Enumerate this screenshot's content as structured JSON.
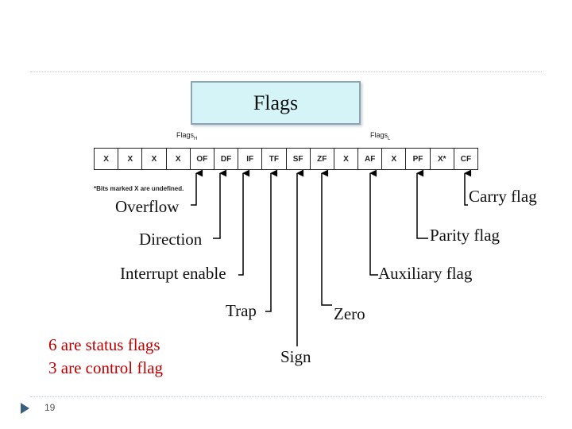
{
  "title": "Flags",
  "register": {
    "label_high": "Flags",
    "label_high_sub": "H",
    "label_low": "Flags",
    "label_low_sub": "L",
    "bits": [
      "X",
      "X",
      "X",
      "X",
      "OF",
      "DF",
      "IF",
      "TF",
      "SF",
      "ZF",
      "X",
      "AF",
      "X",
      "PF",
      "X*",
      "CF"
    ],
    "note": "*Bits marked X are undefined."
  },
  "labels": {
    "overflow": "Overflow",
    "direction": "Direction",
    "interrupt_enable": "Interrupt enable",
    "trap": "Trap",
    "sign": "Sign",
    "zero": "Zero",
    "auxiliary_flag": "Auxiliary flag",
    "parity_flag": "Parity flag",
    "carry_flag": "Carry flag"
  },
  "summary": {
    "line1": "6 are status flags",
    "line2": "3 are control flag"
  },
  "slide_number": "19"
}
